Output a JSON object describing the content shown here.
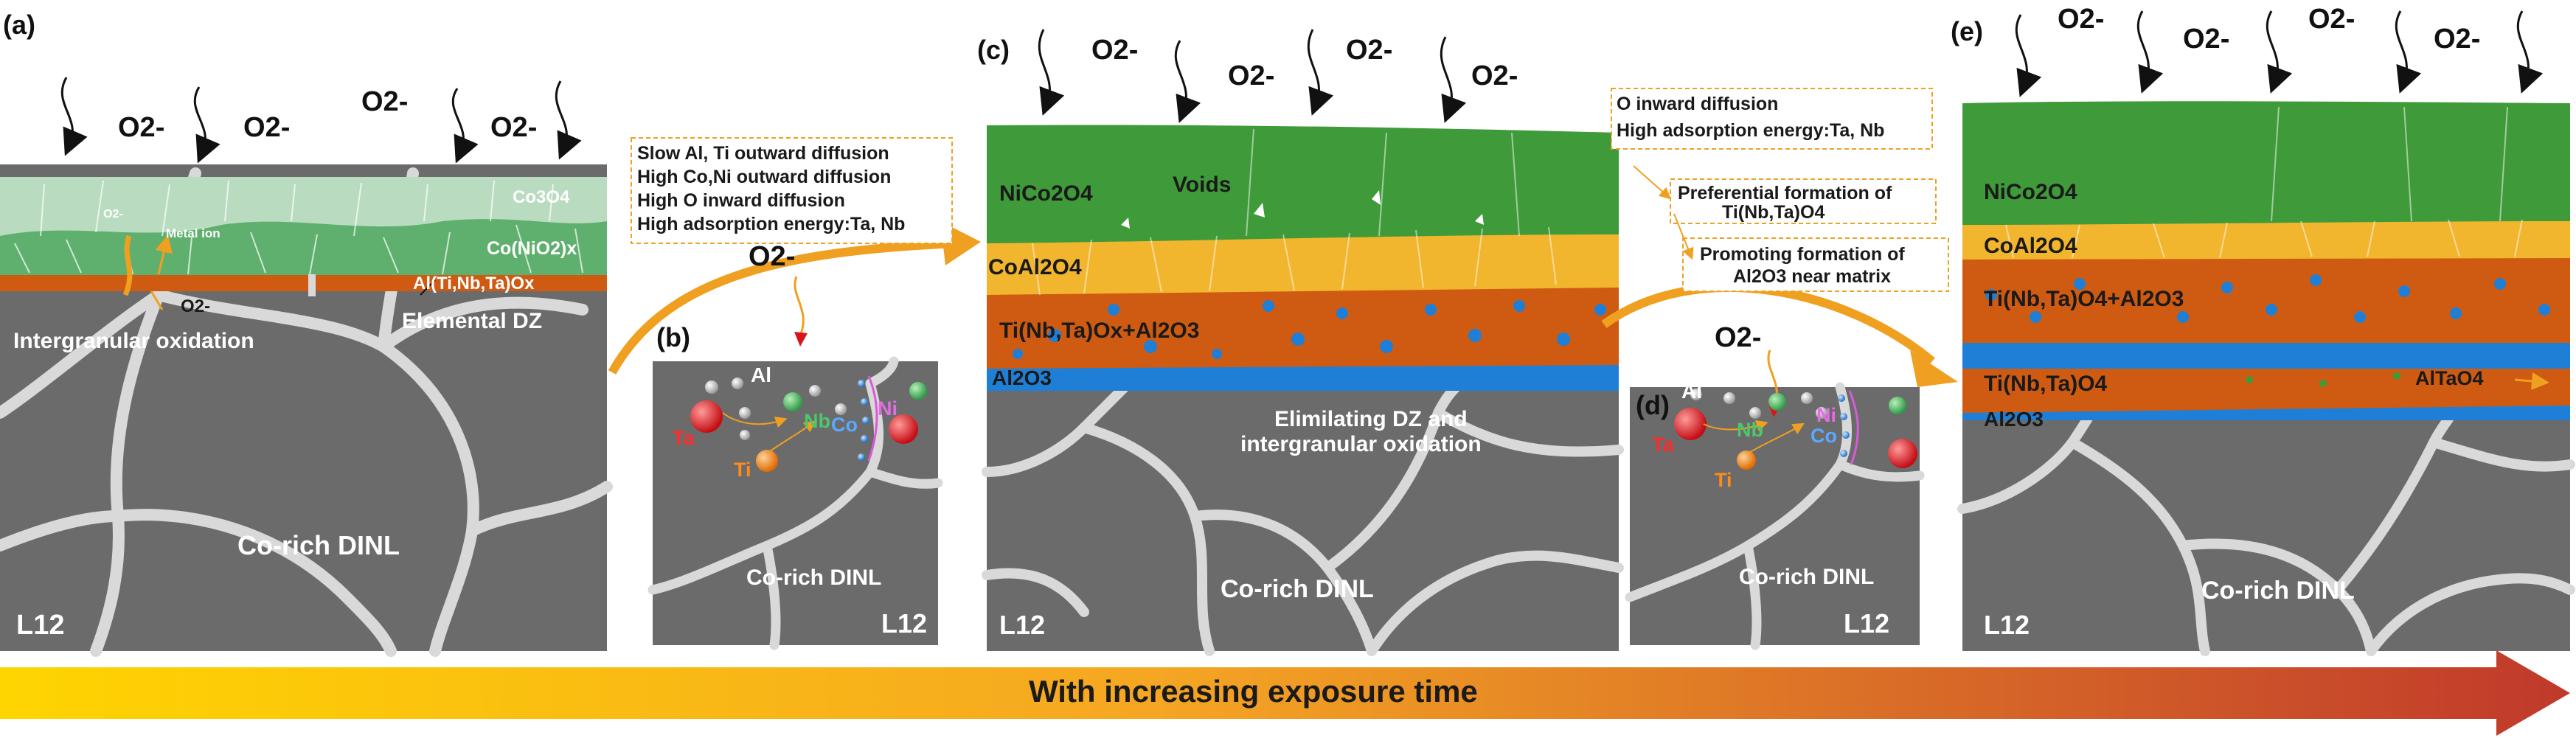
{
  "panels": {
    "a": {
      "letter": "(a)",
      "oxygen": [
        "O2-",
        "O2-",
        "O2-",
        "O2-"
      ],
      "layers": [
        "Co3O4",
        "Co(NiO2)x",
        "Al(Ti,Nb,Ta)Ox"
      ],
      "annotations": {
        "o2_small": "O2-",
        "metal_ion": "Metal ion",
        "o2_grain": "O2-",
        "intergranular": "Intergranular oxidation",
        "dz": "Elemental DZ"
      },
      "matrix": "Co-rich DINL",
      "phase": "L12"
    },
    "b": {
      "letter": "(b)",
      "notes": [
        "Slow Al, Ti outward diffusion",
        "High Co,Ni outward diffusion",
        "High O inward diffusion",
        "High adsorption energy:Ta, Nb"
      ],
      "oxygen": "O2-",
      "elements": {
        "al": "Al",
        "nb": "Nb",
        "co": "Co",
        "ni": "Ni",
        "ta": "Ta",
        "ti": "Ti"
      },
      "matrix": "Co-rich DINL",
      "phase": "L12"
    },
    "c": {
      "letter": "(c)",
      "oxygen": [
        "O2-",
        "O2-",
        "O2-",
        "O2-"
      ],
      "layers": [
        "NiCo2O4",
        "CoAl2O4",
        "Ti(Nb,Ta)Ox+Al2O3",
        "Al2O3"
      ],
      "voids": "Voids",
      "elimination": [
        "Elimilating DZ and",
        "intergranular oxidation"
      ],
      "matrix": "Co-rich DINL",
      "phase": "L12"
    },
    "d": {
      "letter": "(d)",
      "notes": [
        "O inward diffusion",
        "High adsorption energy:Ta, Nb"
      ],
      "note_pref": [
        "Preferential formation of",
        "Ti(Nb,Ta)O4"
      ],
      "note_promo": [
        "Promoting formation of",
        "Al2O3 near matrix"
      ],
      "oxygen": "O2-",
      "elements": {
        "al": "Al",
        "nb": "Nb",
        "co": "Co",
        "ni": "Ni",
        "ta": "Ta",
        "ti": "Ti"
      },
      "matrix": "Co-rich DINL",
      "phase": "L12"
    },
    "e": {
      "letter": "(e)",
      "oxygen": [
        "O2-",
        "O2-",
        "O2-",
        "O2-"
      ],
      "layers": [
        "NiCo2O4",
        "CoAl2O4",
        "Ti(Nb,Ta)O4+Al2O3",
        "Ti(Nb,Ta)O4",
        "AlTaO4",
        "Al2O3"
      ],
      "matrix": "Co-rich DINL",
      "phase": "L12"
    }
  },
  "timeline": {
    "label": "With increasing exposure time"
  },
  "colors": {
    "matrix": "#6b6b6b",
    "grain_boundary": "#d9d9d9",
    "nico2o4": "#3f9a3a",
    "coal2o4": "#f2b52e",
    "tinbta": "#cf5b12",
    "al2o3": "#1f7fd6",
    "co3o4": "#b9dcc0",
    "conio2": "#5fb06e",
    "arrow_orange": "#f0a020",
    "element_ta": "#d8141a",
    "element_ti": "#f07d10",
    "element_nb": "#2f9a48",
    "element_co": "#2e7fd8",
    "element_ni": "#d85bd8"
  }
}
